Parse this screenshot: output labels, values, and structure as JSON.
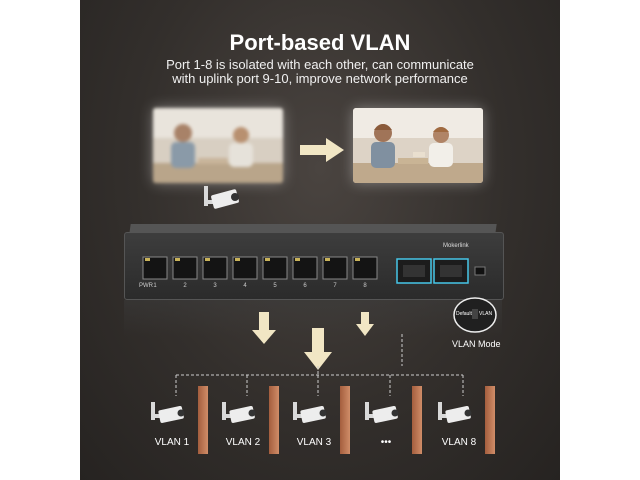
{
  "header": {
    "title": "Port-based VLAN",
    "subtitle_line1": "Port 1-8 is isolated with each other, can communicate",
    "subtitle_line2": "with uplink port 9-10, improve network performance"
  },
  "switch": {
    "brand": "Mokerlink",
    "power_label": "PWR",
    "port_numbers": [
      "1",
      "2",
      "3",
      "4",
      "5",
      "6",
      "7",
      "8"
    ]
  },
  "vlan_mode": {
    "label": "VLAN Mode",
    "default_text": "Default",
    "vlan_text": "VLAN"
  },
  "vlans": [
    "VLAN 1",
    "VLAN 2",
    "VLAN 3",
    "•••",
    "VLAN 8"
  ],
  "colors": {
    "background": "#332f2c",
    "arrow": "#f1e6c4",
    "accent_blue": "#46c6e8",
    "panel": "#c07a56"
  },
  "icons": [
    "camera-icon",
    "arrow-right-icon",
    "arrow-down-icon"
  ]
}
